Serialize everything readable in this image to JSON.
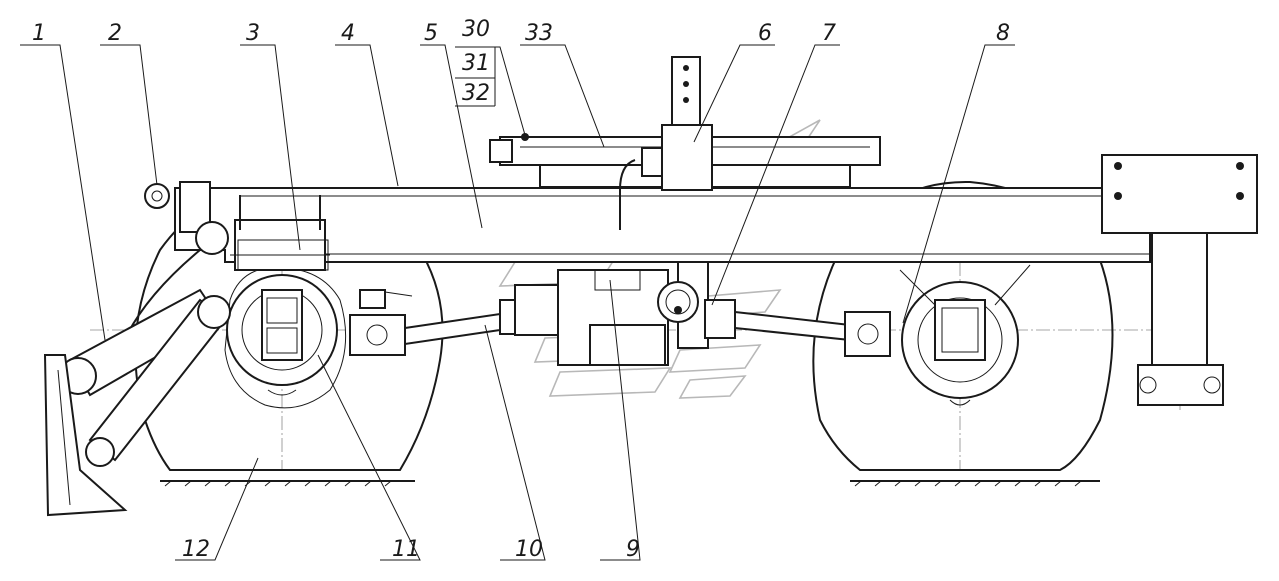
{
  "diagram": {
    "callouts": [
      {
        "id": "c1",
        "text": "1"
      },
      {
        "id": "c2",
        "text": "2"
      },
      {
        "id": "c3",
        "text": "3"
      },
      {
        "id": "c4",
        "text": "4"
      },
      {
        "id": "c5",
        "text": "5"
      },
      {
        "id": "c30",
        "text": "30"
      },
      {
        "id": "c31",
        "text": "31"
      },
      {
        "id": "c32",
        "text": "32"
      },
      {
        "id": "c33",
        "text": "33"
      },
      {
        "id": "c6",
        "text": "6"
      },
      {
        "id": "c7",
        "text": "7"
      },
      {
        "id": "c8",
        "text": "8"
      },
      {
        "id": "c9",
        "text": "9"
      },
      {
        "id": "c10",
        "text": "10"
      },
      {
        "id": "c11",
        "text": "11"
      },
      {
        "id": "c12",
        "text": "12"
      }
    ]
  }
}
